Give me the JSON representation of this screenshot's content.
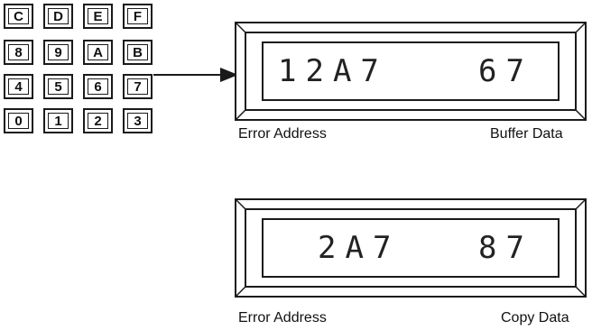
{
  "keypad": {
    "keys": [
      "C",
      "D",
      "E",
      "F",
      "8",
      "9",
      "A",
      "B",
      "4",
      "5",
      "6",
      "7",
      "0",
      "1",
      "2",
      "3"
    ]
  },
  "display1": {
    "address": "12A7",
    "data": "67",
    "left_label": "Error Address",
    "right_label": "Buffer Data"
  },
  "display2": {
    "address": "2A7",
    "data": "87",
    "left_label": "Error Address",
    "right_label": "Copy Data"
  }
}
